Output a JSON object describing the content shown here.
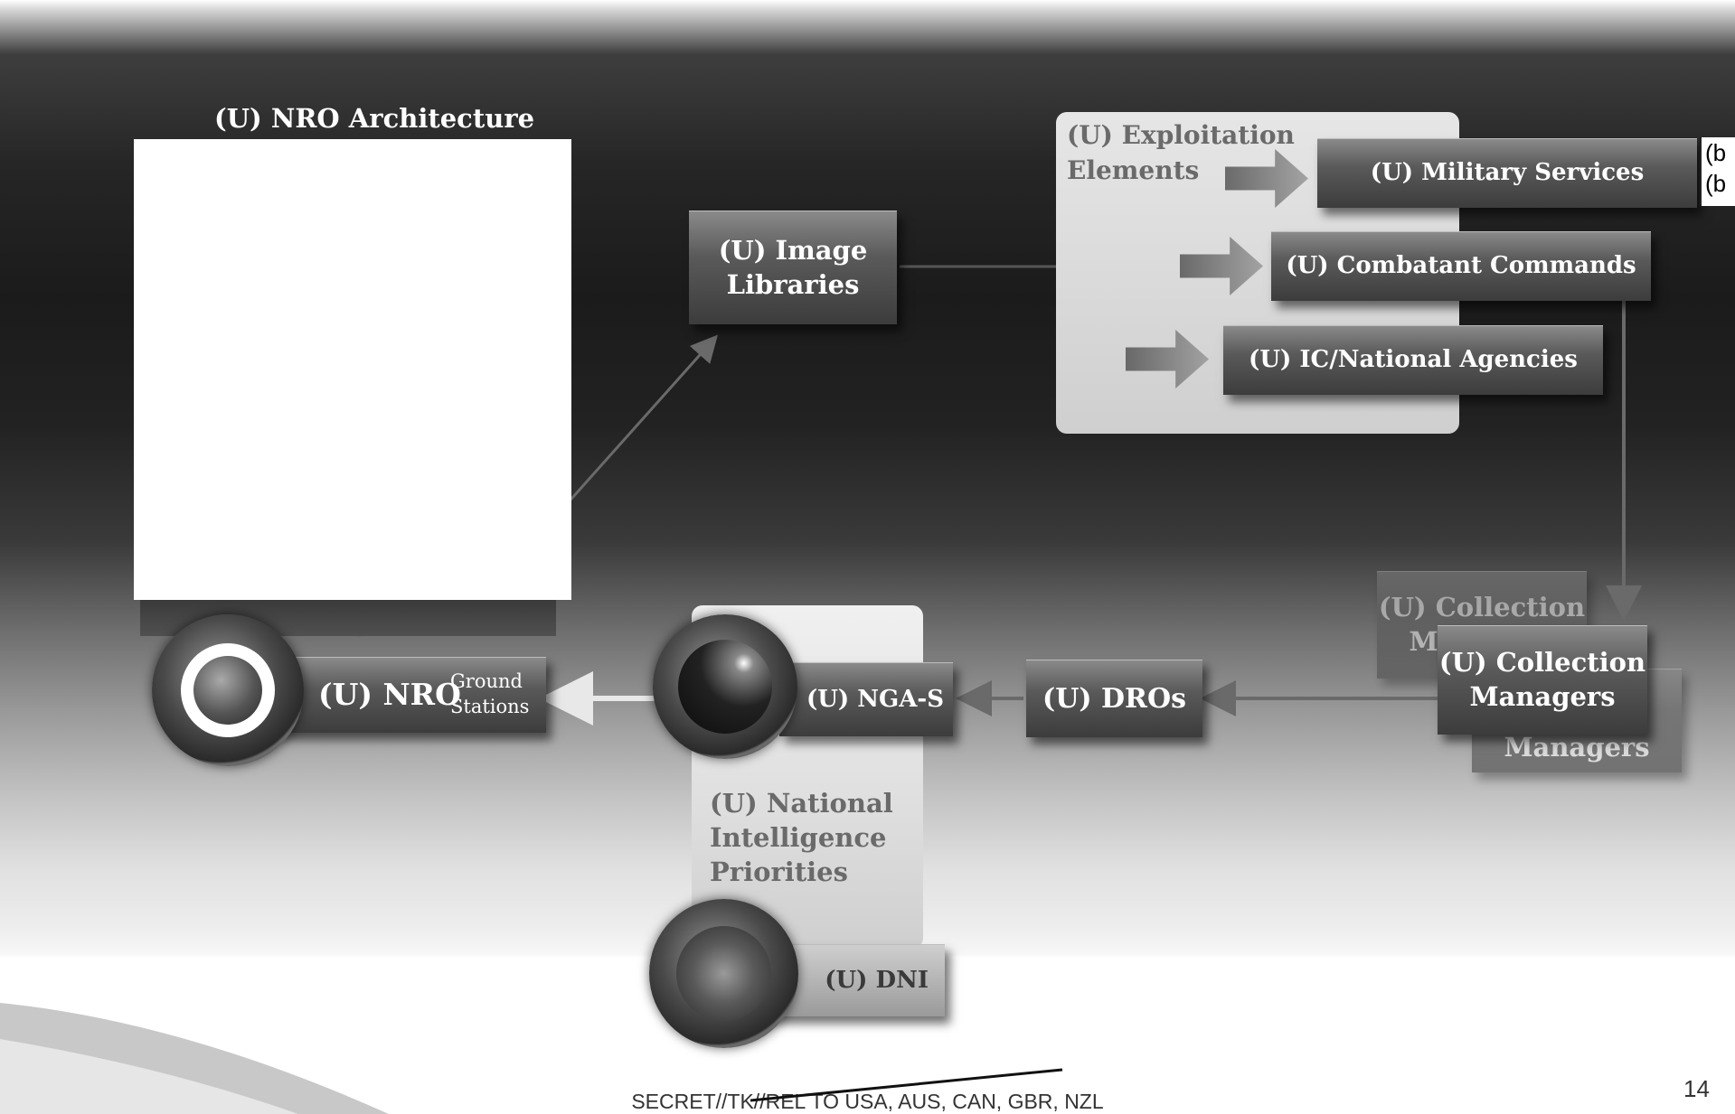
{
  "architecture_title": "(U) NRO Architecture",
  "exploitation": {
    "title_line1": "(U) Exploitation",
    "title_line2": "Elements",
    "military": "(U) Military Services",
    "combatant": "(U) Combatant Commands",
    "ic_national": "(U) IC/National Agencies",
    "side_text_line1": "(b",
    "side_text_line2": "(b"
  },
  "image_libraries": {
    "line1": "(U) Image",
    "line2": "Libraries"
  },
  "collection_back": {
    "line1": "(U) Collection",
    "line2": "Managers"
  },
  "collection_managers": {
    "line1": "(U) Collection",
    "line2": "Managers"
  },
  "dros": "(U) DROs",
  "nga": "(U) NGA-S",
  "nro": {
    "label": "(U) NRO",
    "ground_line1": "Ground",
    "ground_line2": "Stations"
  },
  "nip": {
    "line1": "(U) National",
    "line2": "Intelligence",
    "line3": "Priorities"
  },
  "dni": "(U) DNI",
  "footer": {
    "classification": "SECRET//TK//REL TO USA, AUS, CAN, GBR, NZL",
    "page_number": "14"
  },
  "colors": {
    "box_top": "#8a8a8a",
    "box_bottom": "#3c3c3c",
    "panel": "#d9d9d9",
    "background_dark": "#1b1b1b"
  }
}
